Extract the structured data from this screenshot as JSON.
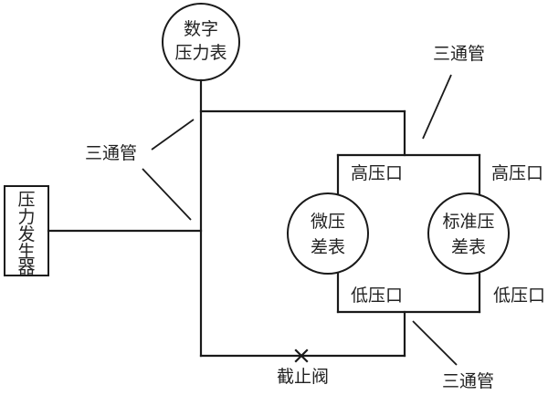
{
  "digital_gauge": {
    "line1": "数字",
    "line2": "压力表"
  },
  "pressure_generator": {
    "chars": [
      "压",
      "力",
      "发",
      "生",
      "器"
    ]
  },
  "micro_gauge": {
    "line1": "微压",
    "line2": "差表"
  },
  "standard_gauge": {
    "line1": "标准压",
    "line2": "差表"
  },
  "labels": {
    "tee_left": "三通管",
    "tee_top_right": "三通管",
    "tee_bottom": "三通管",
    "high_port_left": "高压口",
    "high_port_right": "高压口",
    "low_port_left": "低压口",
    "low_port_right": "低压口",
    "valve": "截止阀"
  },
  "colors": {
    "line": "#1a1a1a",
    "text": "#222222",
    "background": "#ffffff"
  }
}
